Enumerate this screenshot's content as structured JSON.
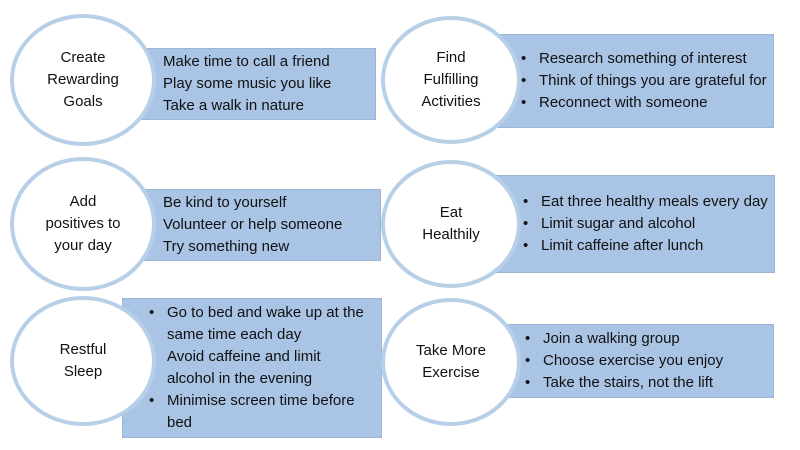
{
  "colors": {
    "panel": "#a9c4e4",
    "circle_border": "#b8cfe8",
    "text": "#111111"
  },
  "cards": [
    {
      "title": "Create\nRewarding\nGoals",
      "items": [
        "Make time to call a friend",
        "Play some music you like",
        "Take a walk in nature"
      ]
    },
    {
      "title": "Find\nFulfilling\nActivities",
      "items": [
        "Research something of interest",
        "Think of things you are grateful for",
        "Reconnect  with someone"
      ]
    },
    {
      "title": "Add\npositives to\nyour day",
      "items": [
        "Be kind to yourself",
        "Volunteer or help someone",
        "Try something new"
      ]
    },
    {
      "title": "Eat\nHealthily",
      "items": [
        "Eat three healthy meals every day",
        "Limit sugar and alcohol",
        "Limit caffeine after lunch"
      ]
    },
    {
      "title": "Restful\nSleep",
      "items": [
        "Go to bed and wake up at the same time each day",
        "Avoid caffeine and limit alcohol in the evening",
        "Minimise screen time before bed"
      ]
    },
    {
      "title": "Take More\nExercise",
      "items": [
        "Join a walking group",
        "Choose  exercise you enjoy",
        "Take the stairs, not the lift"
      ]
    }
  ]
}
